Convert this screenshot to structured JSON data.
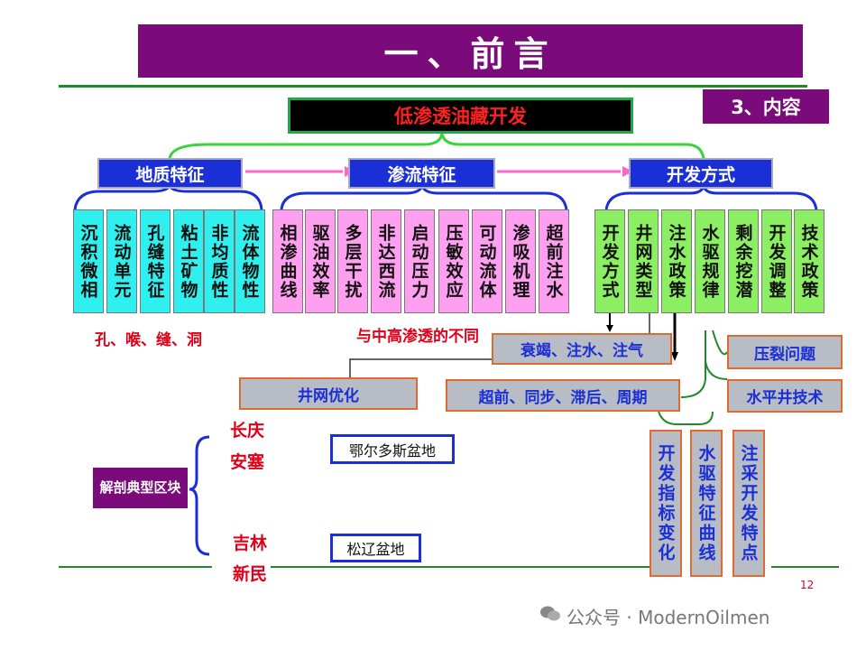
{
  "slide": {
    "title": "一、前言",
    "section_badge": "3、内容",
    "main_box": "低渗透油藏开发",
    "page_number": "12",
    "watermark": "公众号 · ModernOilmen"
  },
  "categories": [
    "地质特征",
    "渗流特征",
    "开发方式"
  ],
  "geology_items": [
    "沉积微相",
    "流动单元",
    "孔缝特征",
    "粘土矿物",
    "非均质性",
    "流体物性"
  ],
  "seepage_items": [
    "相渗曲线",
    "驱油效率",
    "多层干扰",
    "非达西流",
    "启动压力",
    "压敏效应",
    "可动流体",
    "渗吸机理",
    "超前注水"
  ],
  "development_items": [
    "开发方式",
    "井网类型",
    "注水政策",
    "水驱规律",
    "剩余挖潜",
    "开发调整",
    "技术政策"
  ],
  "notes": {
    "geology_note": "孔、喉、缝、洞",
    "seepage_note": "与中高渗透的不同"
  },
  "sub_boxes": {
    "depletion": "衰竭、注水、注气",
    "fracturing": "压裂问题",
    "well_pattern": "井网优化",
    "injection_timing": "超前、同步、滞后、周期",
    "horizontal_well": "水平井技术"
  },
  "vertical_boxes": [
    "开发指标变化",
    "水驱特征曲线",
    "注采开发特点"
  ],
  "typical_blocks": {
    "label": "解剖典型区块",
    "group1": [
      "长庆",
      "安塞"
    ],
    "group2": [
      "吉林",
      "新民"
    ],
    "basin1": "鄂尔多斯盆地",
    "basin2": "松辽盆地"
  },
  "colors": {
    "purple": "#7b0a7b",
    "blue": "#1b2fd6",
    "green_line": "#1f8a2a",
    "red_text": "#e0001a",
    "cyan": "#2ff0ee",
    "pink": "#ff9ff0",
    "light_green": "#8bee63",
    "gray_box": "#b8bcc4",
    "orange_border": "#e06a30"
  }
}
